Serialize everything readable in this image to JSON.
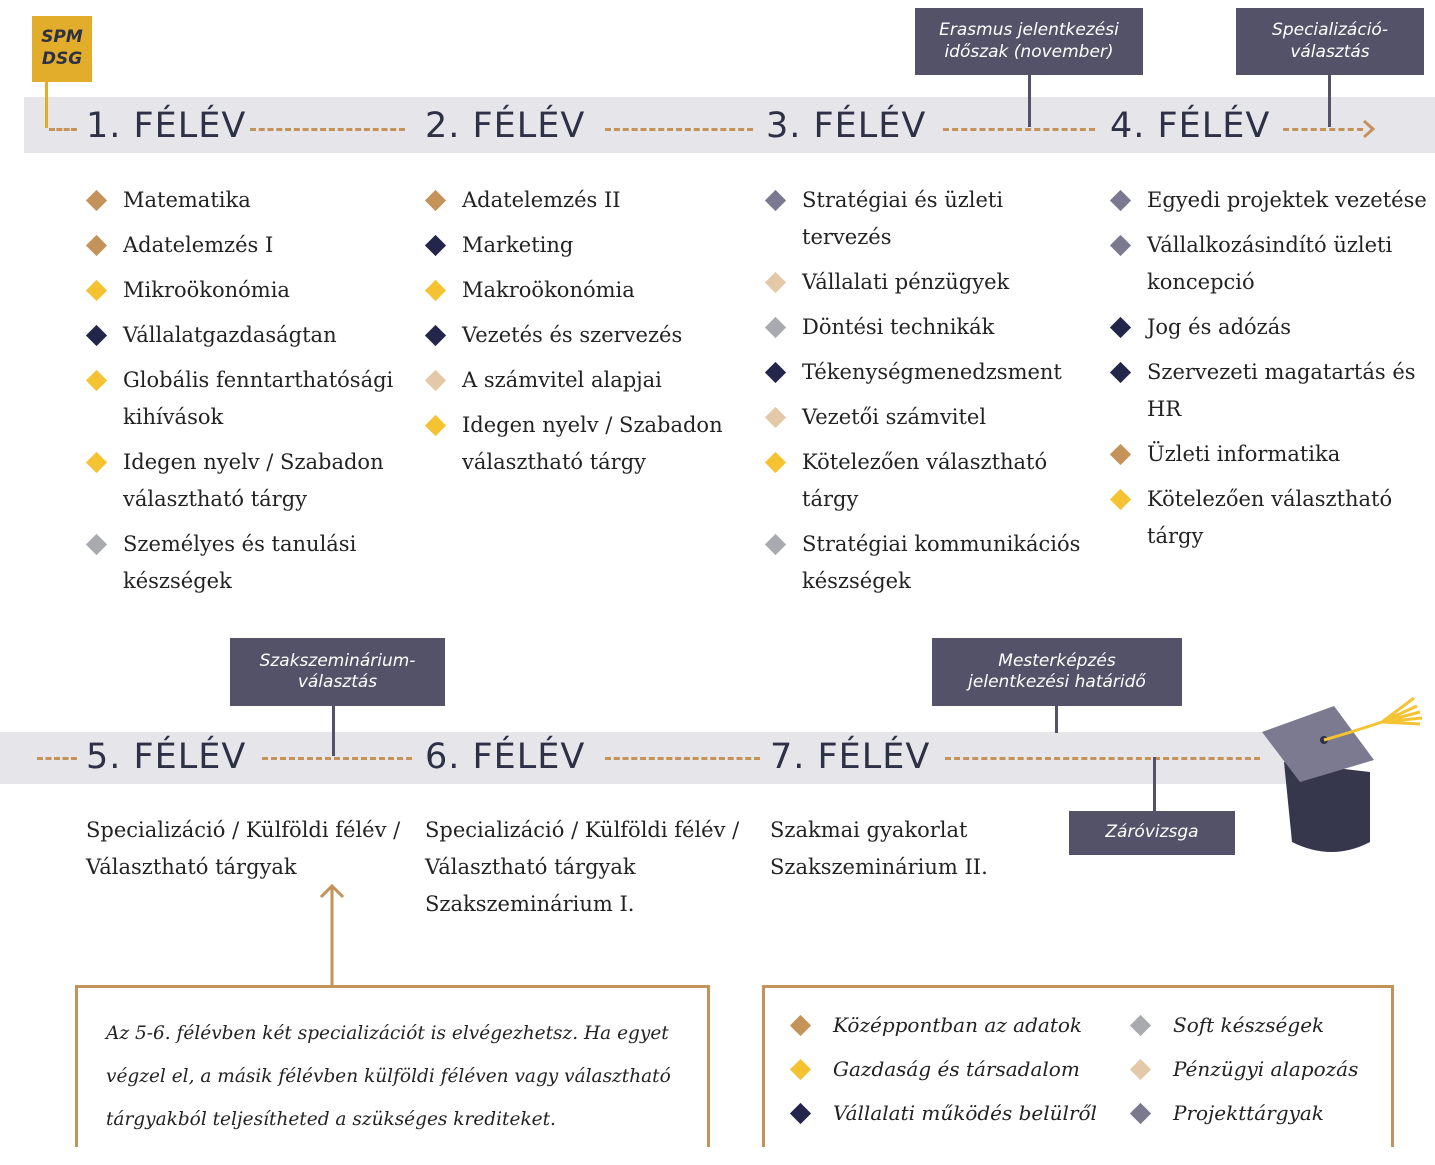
{
  "colors": {
    "data_focus": "#c4935a",
    "economy_society": "#f5c332",
    "corporate_inside": "#23264a",
    "soft_skills": "#a8aab0",
    "finance_basics": "#e3c9a8",
    "project_subjects": "#7a7990"
  },
  "tag": {
    "line1": "SPM",
    "line2": "DSG"
  },
  "semesters": {
    "s1": "1. FÉLÉV",
    "s2": "2. FÉLÉV",
    "s3": "3. FÉLÉV",
    "s4": "4. FÉLÉV",
    "s5": "5. FÉLÉV",
    "s6": "6. FÉLÉV",
    "s7": "7. FÉLÉV"
  },
  "milestones": {
    "erasmus": {
      "line1": "Erasmus jelentkezési",
      "line2": "időszak (november)"
    },
    "specialization": {
      "line1": "Specializáció-",
      "line2": "választás"
    },
    "seminar": {
      "line1": "Szakszeminárium-",
      "line2": "választás"
    },
    "masters": {
      "line1": "Mesterképzés",
      "line2": "jelentkezési határidő"
    },
    "final_exam": "Záróvizsga"
  },
  "subjects": {
    "s1": [
      {
        "name": "Matematika",
        "category": "data_focus"
      },
      {
        "name": "Adatelemzés I",
        "category": "data_focus"
      },
      {
        "name": "Mikroökonómia",
        "category": "economy_society"
      },
      {
        "name": "Vállalatgazdaságtan",
        "category": "corporate_inside"
      },
      {
        "name": "Globális fenntarthatósági kihívások",
        "category": "economy_society"
      },
      {
        "name": "Idegen nyelv / Szabadon választható tárgy",
        "category": "economy_society"
      },
      {
        "name": "Személyes és tanulási készségek",
        "category": "soft_skills"
      }
    ],
    "s2": [
      {
        "name": "Adatelemzés II",
        "category": "data_focus"
      },
      {
        "name": "Marketing",
        "category": "corporate_inside"
      },
      {
        "name": "Makroökonómia",
        "category": "economy_society"
      },
      {
        "name": "Vezetés és szervezés",
        "category": "corporate_inside"
      },
      {
        "name": "A számvitel alapjai",
        "category": "finance_basics"
      },
      {
        "name": "Idegen nyelv / Szabadon választható tárgy",
        "category": "economy_society"
      }
    ],
    "s3": [
      {
        "name": "Stratégiai és üzleti tervezés",
        "category": "project_subjects"
      },
      {
        "name": "Vállalati pénzügyek",
        "category": "finance_basics"
      },
      {
        "name": "Döntési technikák",
        "category": "soft_skills"
      },
      {
        "name": "Tékenységmenedzsment",
        "category": "corporate_inside"
      },
      {
        "name": "Vezetői számvitel",
        "category": "finance_basics"
      },
      {
        "name": "Kötelezően választható tárgy",
        "category": "economy_society"
      },
      {
        "name": "Stratégiai kommunikációs készségek",
        "category": "soft_skills"
      }
    ],
    "s4": [
      {
        "name": "Egyedi projektek vezetése",
        "category": "project_subjects"
      },
      {
        "name": "Vállalkozásindító üzleti koncepció",
        "category": "project_subjects"
      },
      {
        "name": "Jog és adózás",
        "category": "corporate_inside"
      },
      {
        "name": "Szervezeti magatartás és HR",
        "category": "corporate_inside"
      },
      {
        "name": "Üzleti informatika",
        "category": "data_focus"
      },
      {
        "name": "Kötelezően választható tárgy",
        "category": "economy_society"
      }
    ]
  },
  "later": {
    "s5": {
      "line1": "Specializáció / Külföldi félév /",
      "line2": "Választható tárgyak"
    },
    "s6": {
      "line1": "Specializáció / Külföldi félév /",
      "line2": "Választható tárgyak",
      "line3": "Szakszeminárium I."
    },
    "s7": {
      "line1": "Szakmai gyakorlat",
      "line2": "Szakszeminárium II."
    }
  },
  "note": "Az 5-6. félévben két specializációt is elvégezhetsz. Ha egyet végzel el, a másik félévben külföldi féléven vagy választható tárgyakból teljesítheted a szükséges krediteket.",
  "legend": {
    "data_focus": "Középpontban az adatok",
    "economy_society": "Gazdaság és társadalom",
    "corporate_inside": "Vállalati működés belülről",
    "soft_skills": "Soft készségek",
    "finance_basics": "Pénzügyi alapozás",
    "project_subjects": "Projekttárgyak"
  },
  "graduation_icon": "graduation-cap-icon"
}
